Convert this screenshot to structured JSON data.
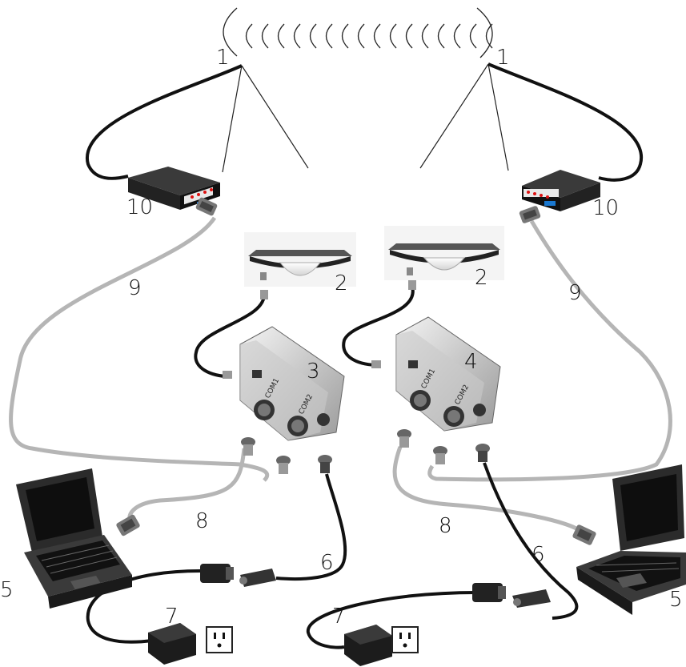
{
  "labels": {
    "radio_link_left": "1",
    "radio_link_right": "1",
    "antenna_left": "2",
    "antenna_right": "2",
    "receiver_left": "3",
    "receiver_right": "4",
    "laptop_left": "5",
    "laptop_right": "5",
    "power_cable_left": "6",
    "power_cable_right": "6",
    "power_adapter_left": "7",
    "power_adapter_right": "7",
    "data_cable_left": "8",
    "data_cable_right": "8",
    "radio_cable_left": "9",
    "radio_cable_right": "9",
    "radio_left": "10",
    "radio_right": "10"
  },
  "receiver_port_labels": {
    "com1": "COM1",
    "com2": "COM2"
  },
  "colors": {
    "cable_gray": "#b5b5b5",
    "cable_black": "#111111",
    "device_body": "#2a2a2a",
    "antenna_white": "#f2f2f2",
    "receiver_body": "#d9d9d9"
  }
}
